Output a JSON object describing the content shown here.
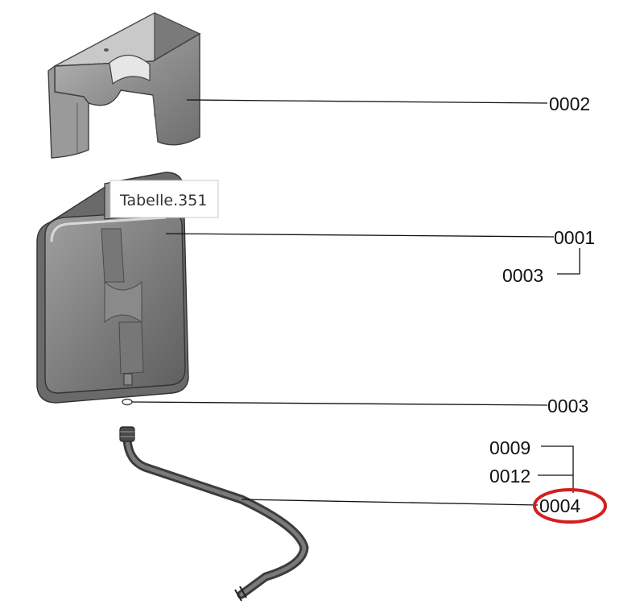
{
  "tooltip": {
    "text": "Tabelle.351"
  },
  "parts": {
    "part_top": "0002",
    "part_tank": "0001",
    "part_tank_sub": "0003",
    "part_oring": "0003",
    "part_hose_a": "0009",
    "part_hose_b": "0012",
    "part_hose": "0004"
  },
  "colors": {
    "part_fill": "#8a8a8a",
    "part_dark": "#555555",
    "highlight_ring": "#d41f1f"
  }
}
